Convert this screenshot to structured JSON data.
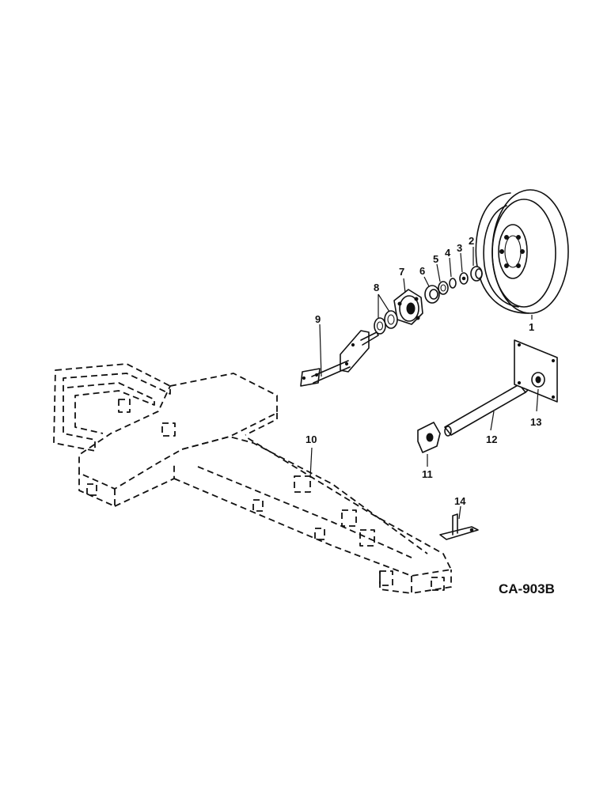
{
  "callouts": {
    "c1": "1",
    "c2": "2",
    "c3": "3",
    "c4": "4",
    "c5": "5",
    "c6": "6",
    "c7": "7",
    "c8": "8",
    "c9": "9",
    "c10": "10",
    "c11": "11",
    "c12": "12",
    "c13": "13",
    "c14": "14"
  },
  "drawing_code": "CA-903B"
}
